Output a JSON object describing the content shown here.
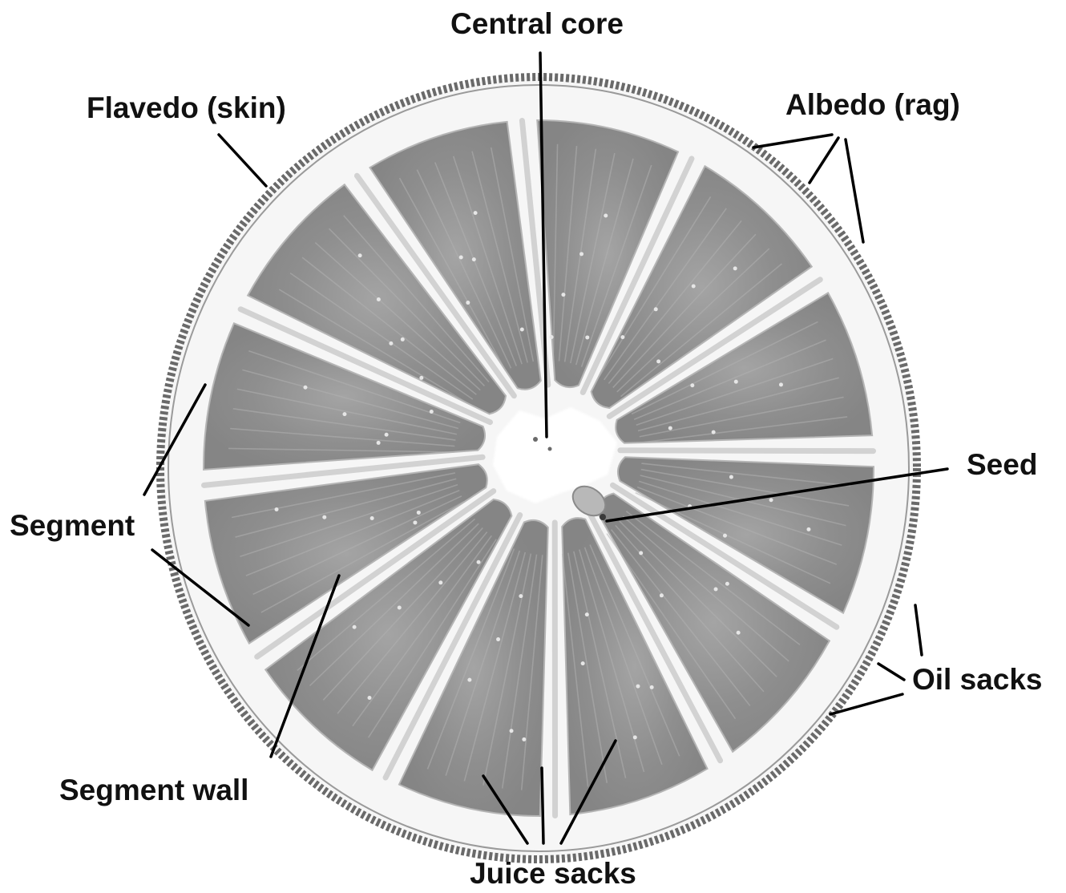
{
  "labels": {
    "central_core": "Central core",
    "flavedo": "Flavedo (skin)",
    "albedo": "Albedo (rag)",
    "seed": "Seed",
    "segment": "Segment",
    "oil_sacks": "Oil sacks",
    "segment_wall": "Segment wall",
    "juice_sacks": "Juice sacks"
  },
  "colors": {
    "background": "#ffffff",
    "rind_outline": "#6a6a6a",
    "pulp": "#8c8c8c",
    "albedo": "#f4f4f4",
    "leader_line": "#000000",
    "text": "#111111"
  }
}
